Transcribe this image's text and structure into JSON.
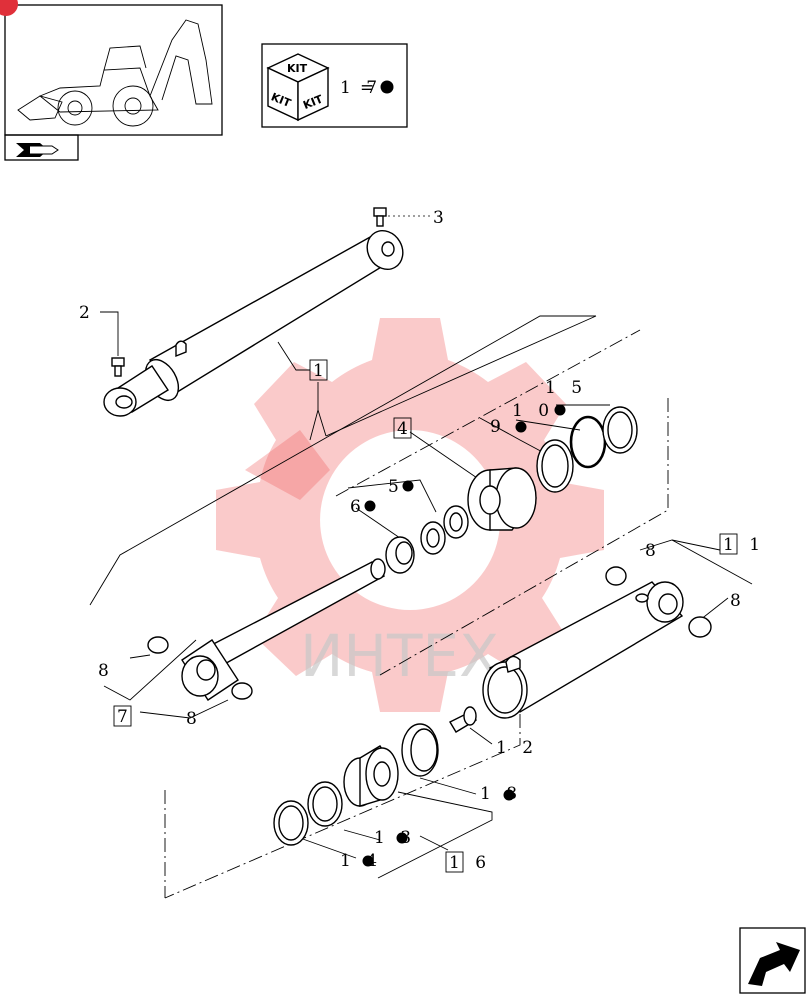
{
  "thumbnail": {
    "icon": "backhoe-loader-icon",
    "nav_icon": "nav-arrow-icon"
  },
  "kit_legend": {
    "box_words": [
      "KIT",
      "KIT",
      "KIT"
    ],
    "ref_number": "1 7",
    "equals": "="
  },
  "watermark": {
    "text": "ИНТЕХ",
    "color": "#f05a5a"
  },
  "callouts": [
    {
      "id": "1",
      "text": "1",
      "boxed": true
    },
    {
      "id": "2",
      "text": "2",
      "boxed": false
    },
    {
      "id": "3",
      "text": "3",
      "boxed": false
    },
    {
      "id": "4",
      "text": "4",
      "boxed": true
    },
    {
      "id": "5",
      "text": "5",
      "boxed": false,
      "kit": true
    },
    {
      "id": "6",
      "text": "6",
      "boxed": false,
      "kit": true
    },
    {
      "id": "7",
      "text": "7",
      "boxed": true
    },
    {
      "id": "8a",
      "text": "8",
      "boxed": false
    },
    {
      "id": "8b",
      "text": "8",
      "boxed": false
    },
    {
      "id": "8c",
      "text": "8",
      "boxed": false
    },
    {
      "id": "8d",
      "text": "8",
      "boxed": false
    },
    {
      "id": "9",
      "text": "9",
      "boxed": false,
      "kit": true
    },
    {
      "id": "10",
      "text": "1 0",
      "boxed": false,
      "kit": true
    },
    {
      "id": "11",
      "text": "1 1",
      "boxed": true
    },
    {
      "id": "12",
      "text": "1 2",
      "boxed": false
    },
    {
      "id": "13",
      "text": "1 3",
      "boxed": false,
      "kit": true
    },
    {
      "id": "14",
      "text": "1 4",
      "boxed": false,
      "kit": true
    },
    {
      "id": "15",
      "text": "1 5",
      "boxed": false,
      "kit": true
    },
    {
      "id": "16",
      "text": "1 6",
      "boxed": true
    },
    {
      "id": "18",
      "text": "1 8",
      "boxed": false,
      "kit": true
    }
  ],
  "next_page": {
    "icon": "next-page-arrow-icon"
  }
}
